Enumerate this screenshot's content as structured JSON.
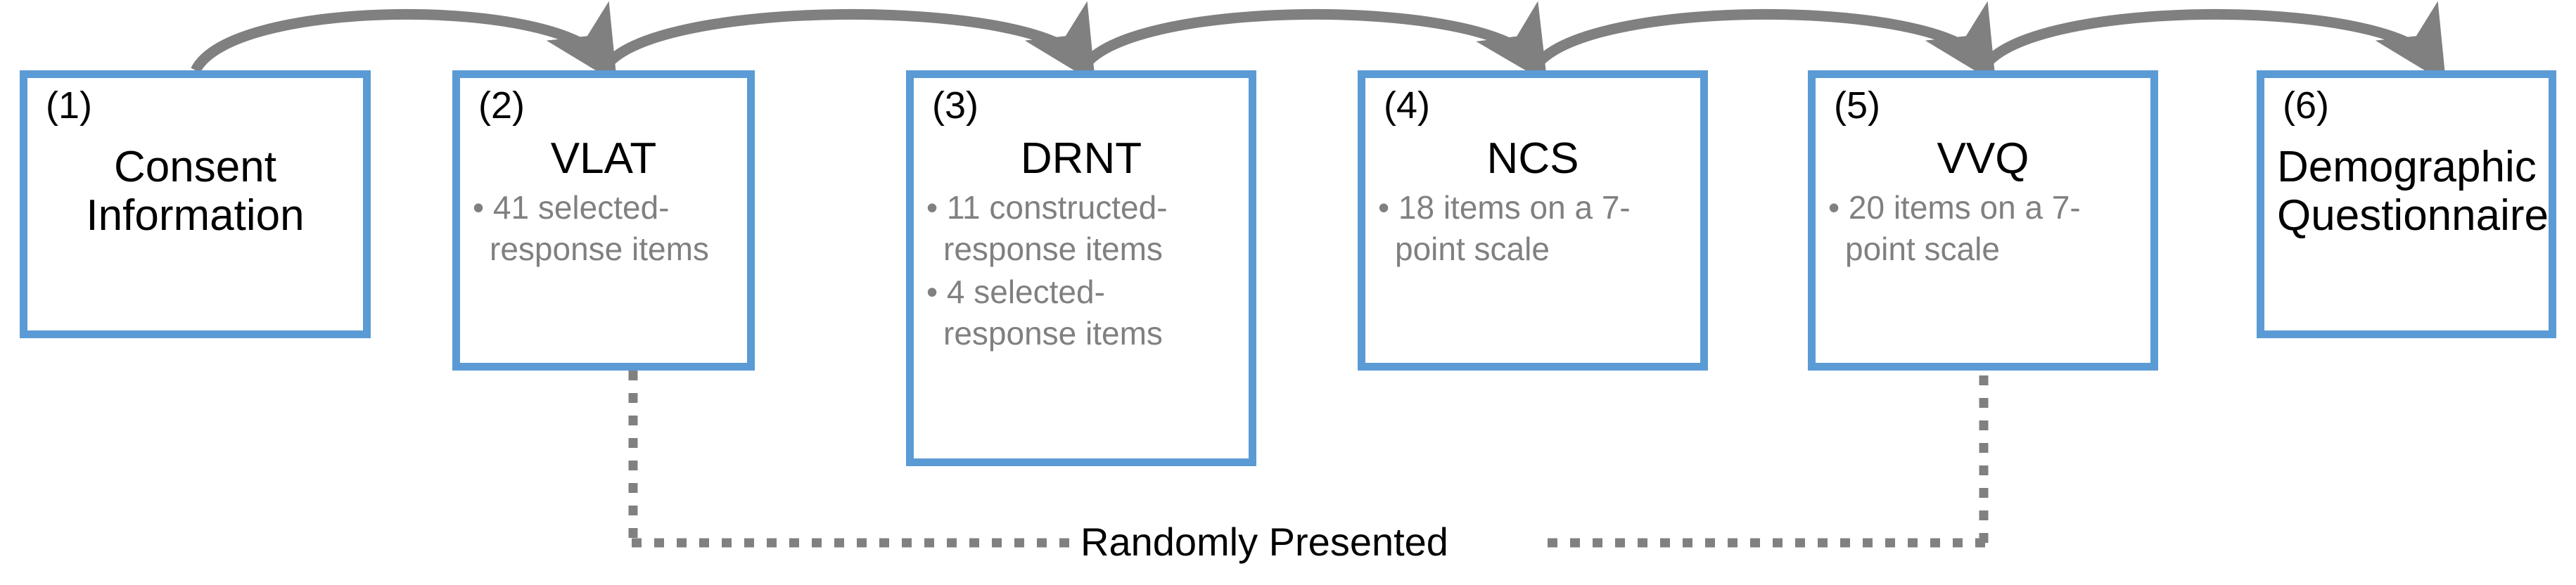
{
  "diagram": {
    "kind": "study-procedure-flow",
    "accent_color": "#5B9BD5",
    "arrow_color": "#808080",
    "bullet_text_color": "#808080",
    "title_text_color": "#000000",
    "steps": [
      {
        "number": "(1)",
        "title": "Consent\nInformation",
        "bullets": []
      },
      {
        "number": "(2)",
        "title": "VLAT",
        "bullets": [
          "41 selected-response items"
        ]
      },
      {
        "number": "(3)",
        "title": "DRNT",
        "bullets": [
          "11 constructed-response items",
          "4 selected-response items"
        ]
      },
      {
        "number": "(4)",
        "title": "NCS",
        "bullets": [
          "18 items on a 7-point scale"
        ]
      },
      {
        "number": "(5)",
        "title": "VVQ",
        "bullets": [
          "20 items on a 7-point scale"
        ]
      },
      {
        "number": "(6)",
        "title": "Demographic\nQuestionnaire",
        "bullets": []
      }
    ],
    "randomization": {
      "label": "Randomly Presented",
      "from_step": "(2)",
      "to_step": "(5)"
    }
  }
}
